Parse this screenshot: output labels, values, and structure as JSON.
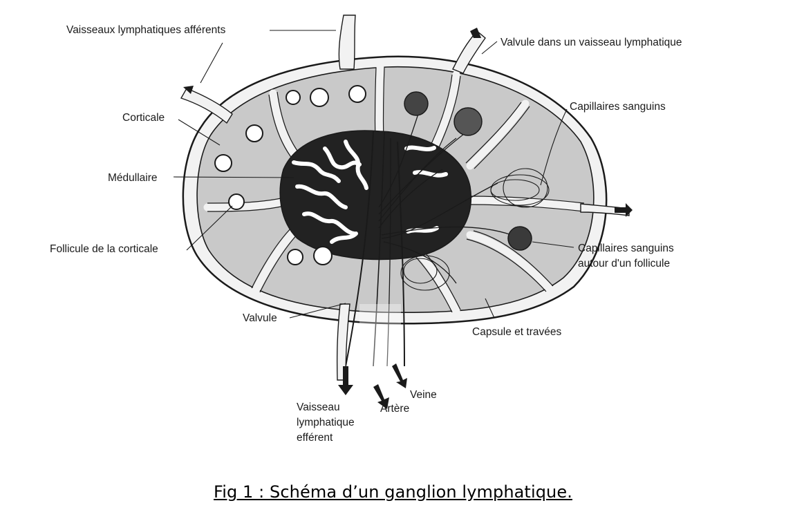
{
  "figure": {
    "caption": "Fig 1 : Schéma d’un ganglion lymphatique.",
    "labels": {
      "afferent": "Vaisseaux lymphatiques afférents",
      "valve_vessel": "Valvule dans un vaisseau lymphatique",
      "capillaries": "Capillaires sanguins",
      "corticale": "Corticale",
      "medullaire": "Médullaire",
      "follicule": "Follicule de la corticale",
      "capillaries_follicle_1": "Capillaires sanguins",
      "capillaries_follicle_2": "autour d'un follicule",
      "valvule": "Valvule",
      "capsule": "Capsule et travées",
      "efferent_1": "Vaisseau",
      "efferent_2": "lymphatique",
      "efferent_3": "efférent",
      "artery": "Artère",
      "vein": "Veine"
    }
  },
  "colors": {
    "ink": "#1a1a1a",
    "cortex_gray": "#c9c9c9",
    "medulla_dark": "#222222",
    "capsule_band": "#f2f2f2"
  }
}
